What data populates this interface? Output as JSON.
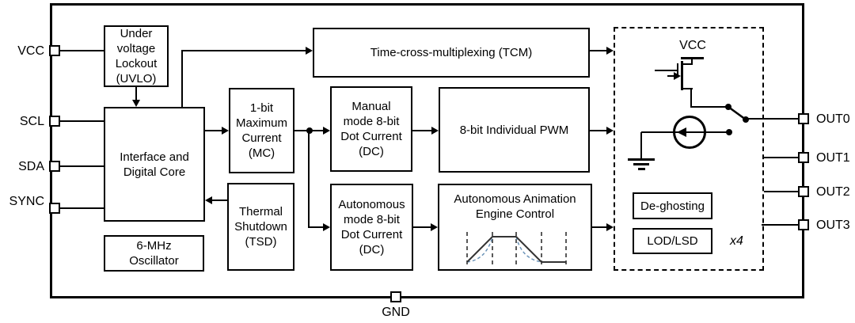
{
  "pins": {
    "left": [
      {
        "label": "VCC"
      },
      {
        "label": "SCL"
      },
      {
        "label": "SDA"
      },
      {
        "label": "SYNC"
      }
    ],
    "right": [
      {
        "label": "OUT0"
      },
      {
        "label": "OUT1"
      },
      {
        "label": "OUT2"
      },
      {
        "label": "OUT3"
      }
    ],
    "bottom": {
      "label": "GND"
    }
  },
  "blocks": {
    "uvlo": {
      "label": "Under\nvoltage\nLockout\n(UVLO)"
    },
    "interface": {
      "label": "Interface and\nDigital Core"
    },
    "oscillator": {
      "label": "6-MHz\nOscillator"
    },
    "mc": {
      "label": "1-bit\nMaximum\nCurrent\n(MC)"
    },
    "tsd": {
      "label": "Thermal\nShutdown\n(TSD)"
    },
    "tcm": {
      "label": "Time-cross-multiplexing (TCM)"
    },
    "manual_dc": {
      "label": "Manual\nmode 8-bit\nDot Current\n(DC)"
    },
    "auto_dc": {
      "label": "Autonomous\nmode 8-bit\nDot Current\n(DC)"
    },
    "pwm": {
      "label": "8-bit Individual PWM"
    },
    "animation": {
      "label": "Autonomous Animation\nEngine Control"
    },
    "deghosting": {
      "label": "De-ghosting"
    },
    "lod_lsd": {
      "label": "LOD/LSD"
    }
  },
  "output_stage": {
    "vcc_label": "VCC",
    "multiplier": "x4"
  },
  "colors": {
    "line": "#000000",
    "waveform_curve": "#6b93b8"
  }
}
